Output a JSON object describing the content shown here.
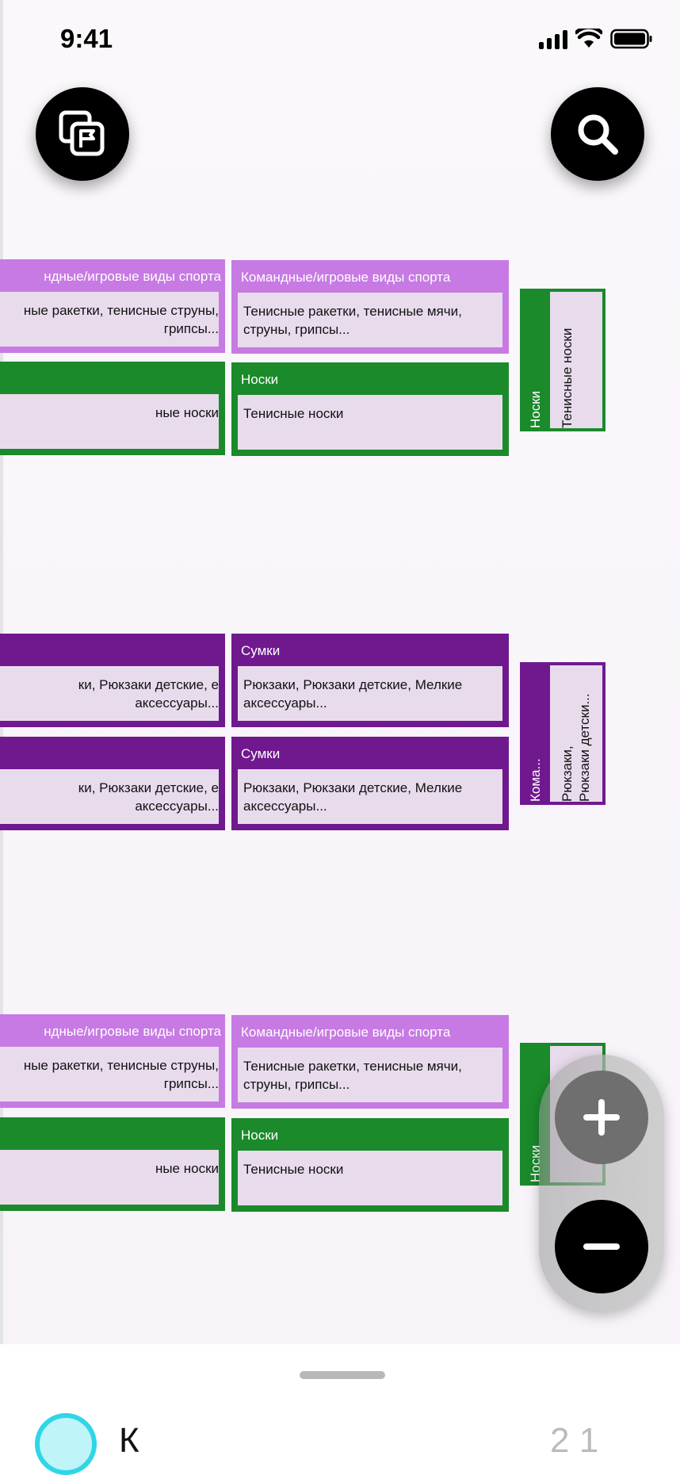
{
  "status_bar": {
    "time": "9:41"
  },
  "top_bar": {
    "left_icon": "copy-flag-icon",
    "right_icon": "search-icon"
  },
  "colors": {
    "team_sports": "#c77ae3",
    "socks": "#1a8a2b",
    "bags": "#70198f",
    "card_body": "#e8dcec"
  },
  "groups": [
    {
      "rows": [
        {
          "left": {
            "title": "ндные/игровые виды спорта",
            "body": "ные ракетки, тенисные стрyны, грипсы..."
          },
          "right": {
            "title": "Командные/игровые виды спорта",
            "body": "Тенисные ракетки, тенисные мячи, струны, грипсы..."
          }
        },
        {
          "left": {
            "title": "",
            "body": "ные носки"
          },
          "right": {
            "title": "Носки",
            "body": "Тенисные носки"
          }
        }
      ],
      "mini": {
        "title": "Носки",
        "body": "Тенисные носки"
      }
    },
    {
      "rows": [
        {
          "left": {
            "title": "",
            "body": "ки, Рюкзаки детские, е аксессуары..."
          },
          "right": {
            "title": "Сумки",
            "body": "Рюкзаки, Рюкзаки детские, Мелкие аксессуары..."
          }
        },
        {
          "left": {
            "title": "",
            "body": "ки, Рюкзаки детские, е аксессуары..."
          },
          "right": {
            "title": "Сумки",
            "body": "Рюкзаки, Рюкзаки детские, Мелкие аксессуары..."
          }
        }
      ],
      "mini": {
        "title": "Кома...",
        "body_line1": "Рюкзаки,",
        "body_line2": "Рюкзаки детски..."
      }
    },
    {
      "rows": [
        {
          "left": {
            "title": "ндные/игровые виды спорта",
            "body": "ные ракетки, тенисные стрyны, грипсы..."
          },
          "right": {
            "title": "Командные/игровые виды спорта",
            "body": "Тенисные ракетки, тенисные мячи, струны, грипсы..."
          }
        },
        {
          "left": {
            "title": "",
            "body": "ные носки"
          },
          "right": {
            "title": "Носки",
            "body": "Тенисные носки"
          }
        }
      ],
      "mini": {
        "title": "Носки"
      }
    }
  ],
  "zoom": {
    "in_icon": "plus-icon",
    "out_icon": "minus-icon"
  },
  "bottom_sheet": {
    "peek_text": "К",
    "peek_right": "2 1"
  }
}
